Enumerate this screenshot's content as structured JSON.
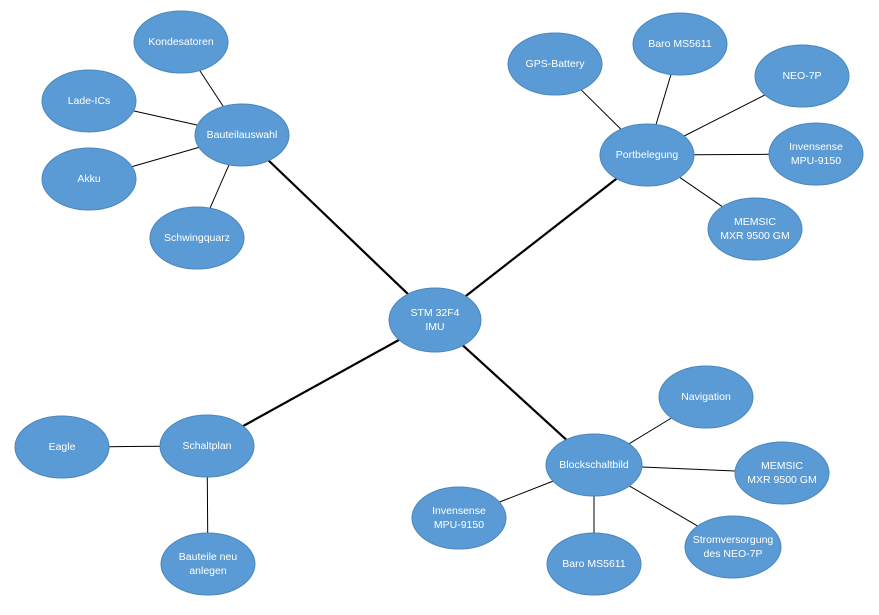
{
  "diagram": {
    "colors": {
      "node_fill": "#5b9bd5",
      "node_text": "#ffffff",
      "edge": "#000000"
    },
    "center": {
      "id": "center",
      "lines": [
        "STM 32F4",
        "IMU"
      ]
    },
    "hubs": {
      "bauteilauswahl": {
        "lines": [
          "Bauteilauswahl"
        ]
      },
      "portbelegung": {
        "lines": [
          "Portbelegung"
        ]
      },
      "schaltplan": {
        "lines": [
          "Schaltplan"
        ]
      },
      "blockschaltbild": {
        "lines": [
          "Blockschaltbild"
        ]
      }
    },
    "leaves": {
      "kondesatoren": {
        "lines": [
          "Kondesatoren"
        ]
      },
      "lade_ics": {
        "lines": [
          "Lade-ICs"
        ]
      },
      "akku": {
        "lines": [
          "Akku"
        ]
      },
      "schwingquarz": {
        "lines": [
          "Schwingquarz"
        ]
      },
      "gps_battery": {
        "lines": [
          "GPS-Battery"
        ]
      },
      "baro_top": {
        "lines": [
          "Baro MS5611"
        ]
      },
      "neo7p": {
        "lines": [
          "NEO-7P"
        ]
      },
      "invensense_top": {
        "lines": [
          "Invensense",
          "MPU-9150"
        ]
      },
      "memsic_top": {
        "lines": [
          "MEMSIC",
          "MXR 9500 GM"
        ]
      },
      "eagle": {
        "lines": [
          "Eagle"
        ]
      },
      "bauteile_neu": {
        "lines": [
          "Bauteile neu",
          "anlegen"
        ]
      },
      "navigation": {
        "lines": [
          "Navigation"
        ]
      },
      "memsic_bottom": {
        "lines": [
          "MEMSIC",
          "MXR 9500 GM"
        ]
      },
      "stromversorgung": {
        "lines": [
          "Stromversorgung",
          "des NEO-7P"
        ]
      },
      "baro_bottom": {
        "lines": [
          "Baro MS5611"
        ]
      },
      "invensense_bottom": {
        "lines": [
          "Invensense",
          "MPU-9150"
        ]
      }
    },
    "edges": [
      {
        "from": "center",
        "to": "bauteilauswahl",
        "weight": "thick"
      },
      {
        "from": "center",
        "to": "portbelegung",
        "weight": "thick"
      },
      {
        "from": "center",
        "to": "schaltplan",
        "weight": "thick"
      },
      {
        "from": "center",
        "to": "blockschaltbild",
        "weight": "thick"
      },
      {
        "from": "bauteilauswahl",
        "to": "kondesatoren",
        "weight": "thin"
      },
      {
        "from": "bauteilauswahl",
        "to": "lade_ics",
        "weight": "thin"
      },
      {
        "from": "bauteilauswahl",
        "to": "akku",
        "weight": "thin"
      },
      {
        "from": "bauteilauswahl",
        "to": "schwingquarz",
        "weight": "thin"
      },
      {
        "from": "portbelegung",
        "to": "gps_battery",
        "weight": "thin"
      },
      {
        "from": "portbelegung",
        "to": "baro_top",
        "weight": "thin"
      },
      {
        "from": "portbelegung",
        "to": "neo7p",
        "weight": "thin"
      },
      {
        "from": "portbelegung",
        "to": "invensense_top",
        "weight": "thin"
      },
      {
        "from": "portbelegung",
        "to": "memsic_top",
        "weight": "thin"
      },
      {
        "from": "schaltplan",
        "to": "eagle",
        "weight": "thin"
      },
      {
        "from": "schaltplan",
        "to": "bauteile_neu",
        "weight": "thin"
      },
      {
        "from": "blockschaltbild",
        "to": "navigation",
        "weight": "thin"
      },
      {
        "from": "blockschaltbild",
        "to": "memsic_bottom",
        "weight": "thin"
      },
      {
        "from": "blockschaltbild",
        "to": "stromversorgung",
        "weight": "thin"
      },
      {
        "from": "blockschaltbild",
        "to": "baro_bottom",
        "weight": "thin"
      },
      {
        "from": "blockschaltbild",
        "to": "invensense_bottom",
        "weight": "thin"
      }
    ]
  }
}
